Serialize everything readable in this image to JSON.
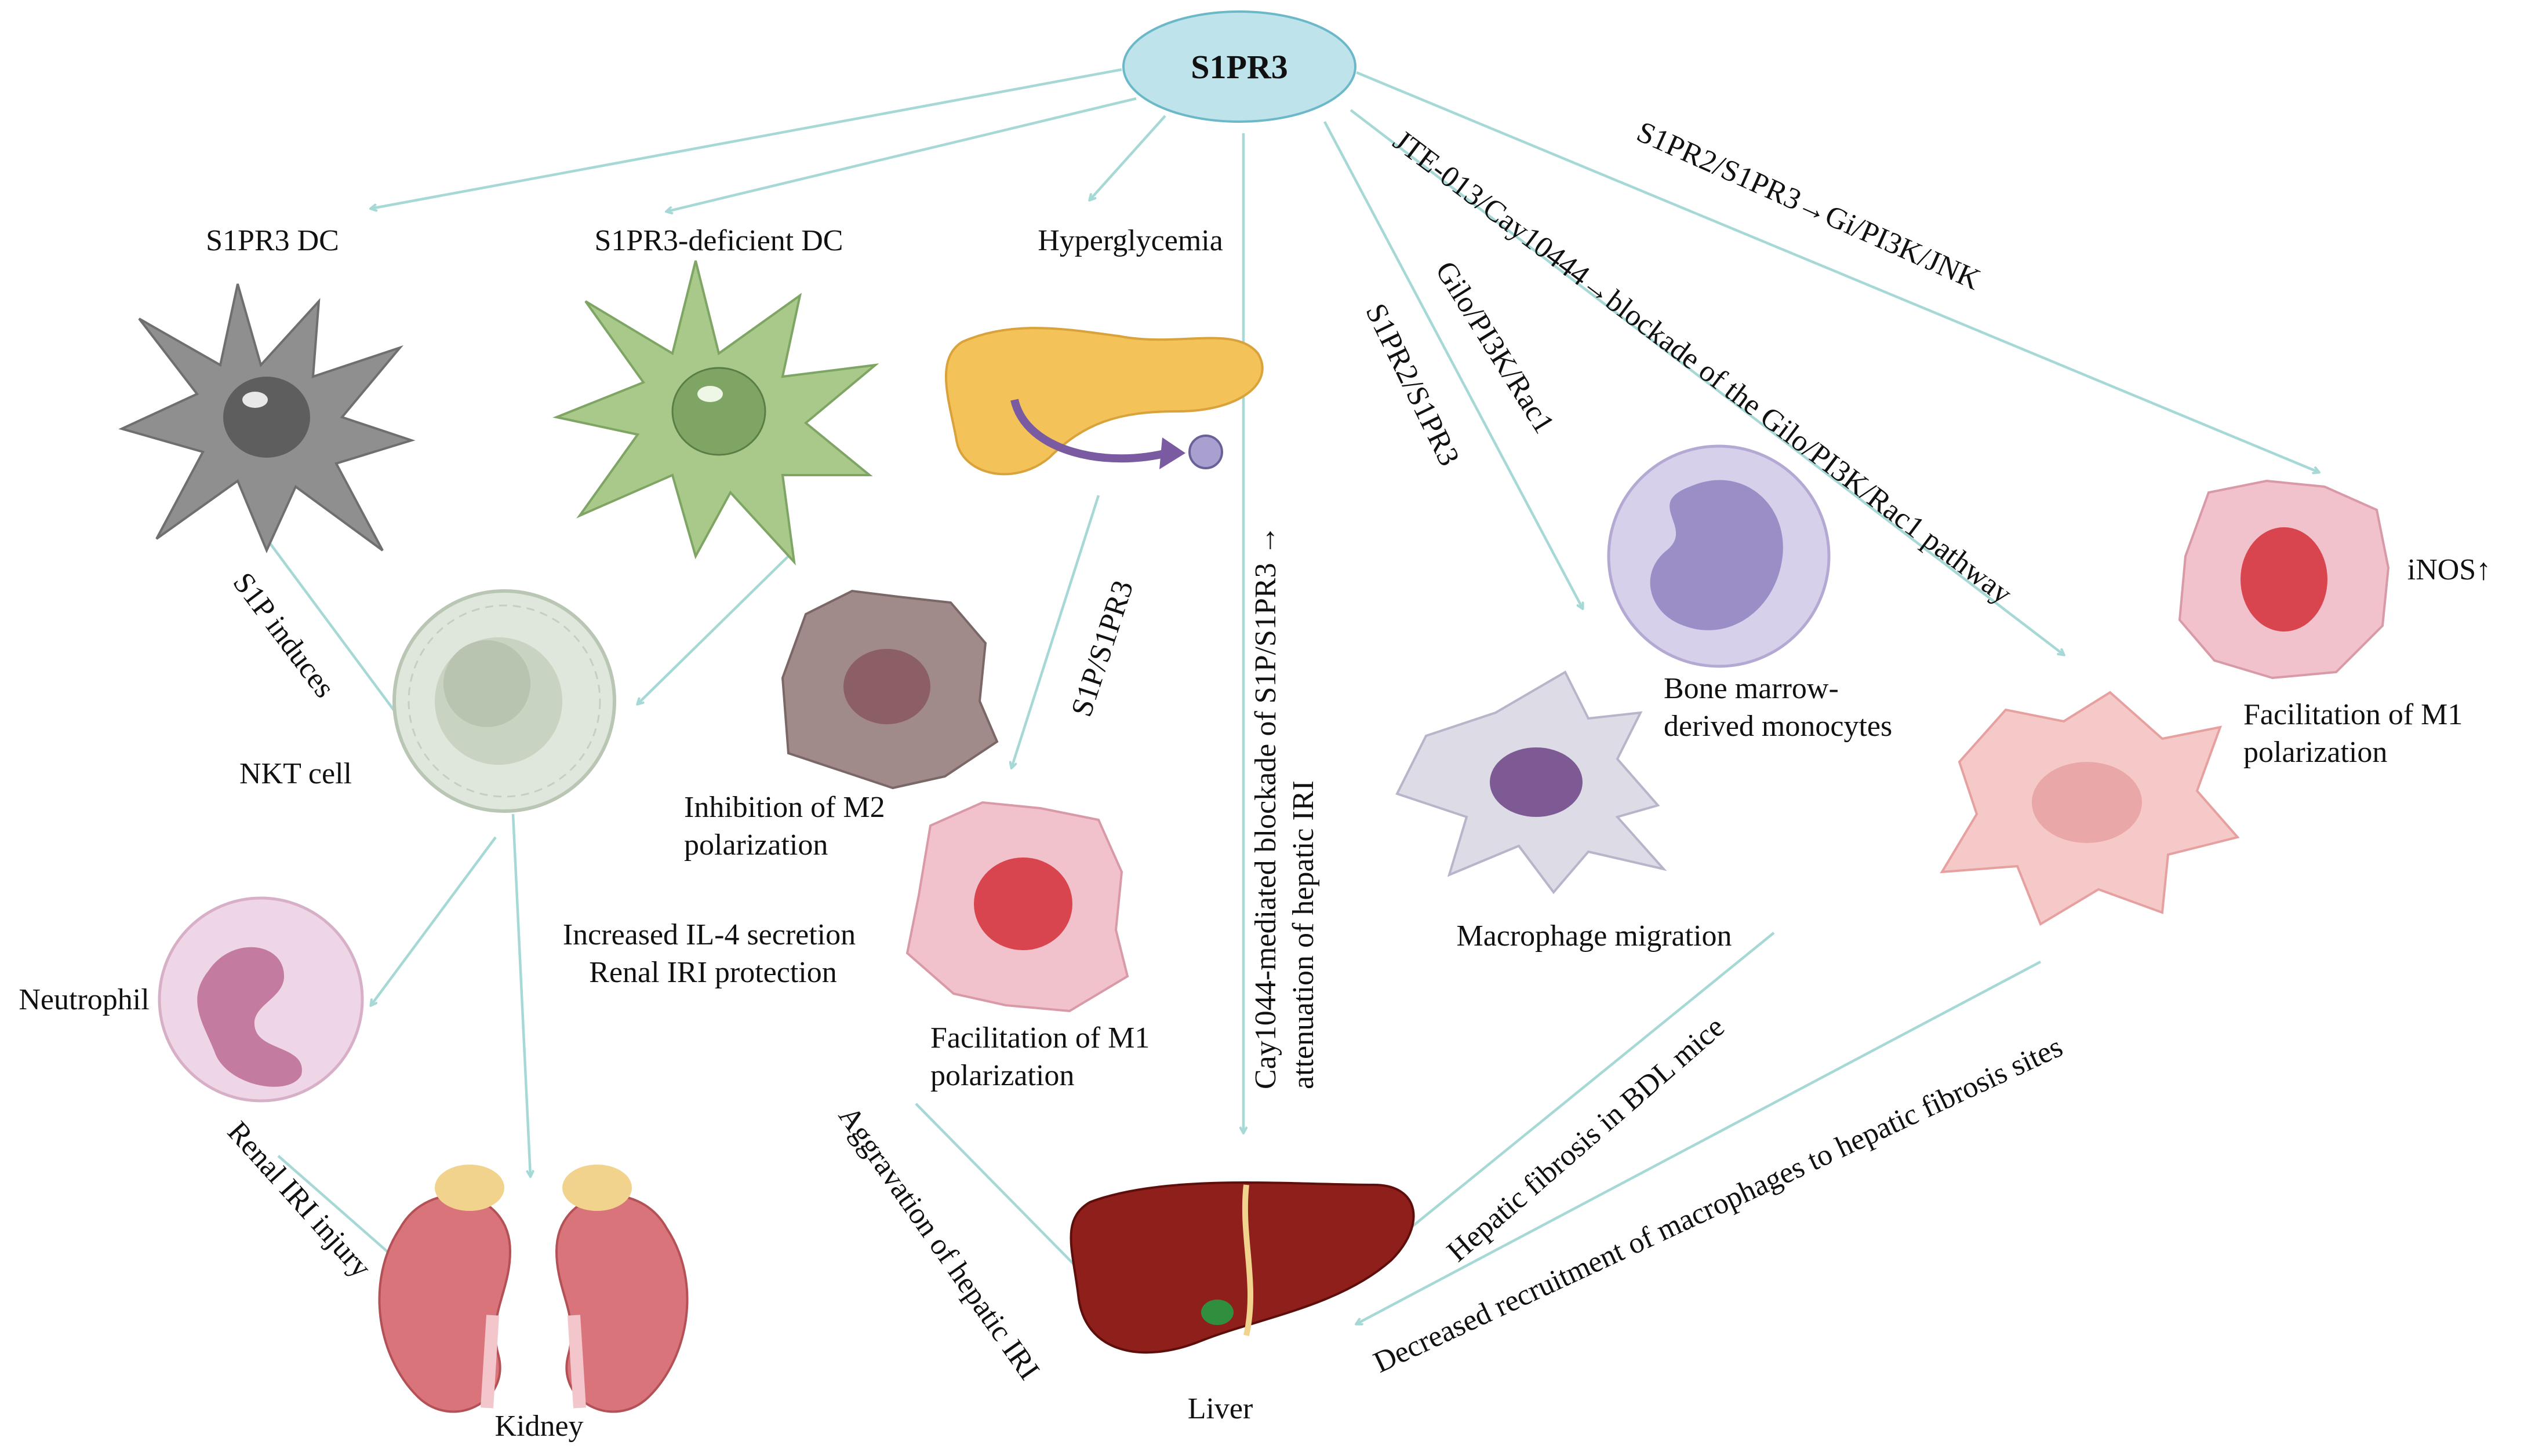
{
  "center_node": {
    "label": "S1PR3",
    "fill": "#bfe3ea",
    "stroke": "#6ab8c8"
  },
  "arrow_color": "#a6d8d6",
  "nodes": {
    "s1pr3_dc": "S1PR3 DC",
    "s1pr3_deficient_dc": "S1PR3-deficient DC",
    "hyperglycemia": "Hyperglycemia",
    "nkt_cell": "NKT cell",
    "neutrophil": "Neutrophil",
    "kidney": "Kidney",
    "liver": "Liver",
    "inhibition_m2": [
      "Inhibition of M2",
      "polarization"
    ],
    "facilitation_m1_center": [
      "Facilitation of M1",
      "polarization"
    ],
    "facilitation_m1_right": [
      "Facilitation of M1",
      "polarization"
    ],
    "bone_marrow_monocytes": [
      "Bone marrow-",
      "derived monocytes"
    ],
    "macrophage_migration": "Macrophage migration",
    "inos": "iNOS↑",
    "il4_renal": [
      "Increased IL-4 secretion",
      "Renal IRI protection"
    ]
  },
  "edge_labels": {
    "s1p_induces": "S1P induces",
    "renal_iri_injury": "Renal IRI injury",
    "s1p_s1pr3": "S1P/S1PR3",
    "aggravation_hepatic_iri": "Aggravation of hepatic IRI",
    "cay1044_blockade": [
      "Cay1044-mediated blockade of S1P/S1PR3 →",
      "attenuation of hepatic IRI"
    ],
    "s1pr2_s1pr3": "S1PR2/S1PR3",
    "gilo_pi3k_rac1": "Gilo/PI3K/Rac1",
    "jte013": "JTE-013/Cay10444→blockade of the Gilo/PI3K/Rac1 pathway",
    "s1pr2_gi_jnk": "S1PR2/S1PR3→Gi/PI3K/JNK",
    "hepatic_fibrosis_bdl": "Hepatic fibrosis in BDL mice",
    "decreased_recruitment": "Decreased recruitment of macrophages to hepatic fibrosis sites"
  },
  "colors": {
    "dc_gray": "#8f8f8f",
    "dc_green": "#a9c98a",
    "nkt": "#dfe6dc",
    "pancreas": "#f3c35a",
    "macrophage_m2": "#a08a8a",
    "macrophage_m1": "#f2c2cc",
    "nucleus_m1": "#d9454e",
    "monocyte": "#d7d0ea",
    "migrating_macrophage": "#dcdbe6",
    "neutrophil": "#efd6e6",
    "kidney": "#d9757a",
    "liver": "#8e1f1a"
  }
}
